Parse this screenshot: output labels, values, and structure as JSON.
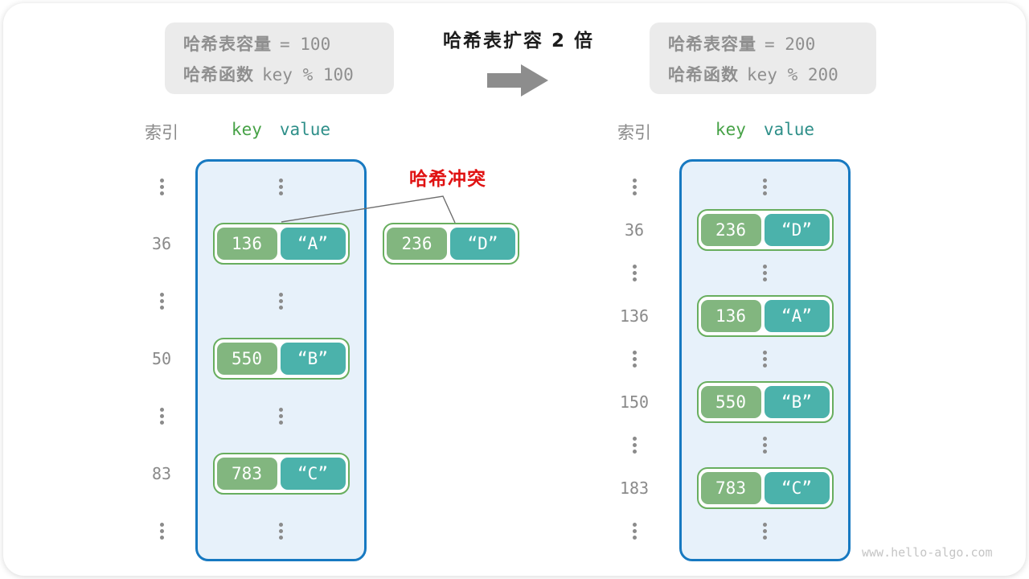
{
  "header": {
    "before": {
      "rows": [
        {
          "label": "哈希表容量",
          "value": "= 100"
        },
        {
          "label": "哈希函数",
          "value": "key % 100"
        }
      ]
    },
    "title": "哈希表扩容 2 倍",
    "after": {
      "rows": [
        {
          "label": "哈希表容量",
          "value": "= 200"
        },
        {
          "label": "哈希函数",
          "value": "key % 200"
        }
      ]
    }
  },
  "collision": {
    "label": "哈希冲突",
    "pair": {
      "key": "236",
      "value": "“D”"
    }
  },
  "tables": [
    {
      "id": "before",
      "index_header": "索引",
      "key_header": "key",
      "value_header": "value",
      "rows": [
        {
          "type": "dots"
        },
        {
          "type": "pair",
          "index": "36",
          "key": "136",
          "value": "“A”"
        },
        {
          "type": "dots"
        },
        {
          "type": "pair",
          "index": "50",
          "key": "550",
          "value": "“B”"
        },
        {
          "type": "dots"
        },
        {
          "type": "pair",
          "index": "83",
          "key": "783",
          "value": "“C”"
        },
        {
          "type": "dots"
        }
      ]
    },
    {
      "id": "after",
      "index_header": "索引",
      "key_header": "key",
      "value_header": "value",
      "rows": [
        {
          "type": "dots"
        },
        {
          "type": "pair",
          "index": "36",
          "key": "236",
          "value": "“D”"
        },
        {
          "type": "dots"
        },
        {
          "type": "pair",
          "index": "136",
          "key": "136",
          "value": "“A”"
        },
        {
          "type": "dots"
        },
        {
          "type": "pair",
          "index": "150",
          "key": "550",
          "value": "“B”"
        },
        {
          "type": "dots"
        },
        {
          "type": "pair",
          "index": "183",
          "key": "783",
          "value": "“C”"
        },
        {
          "type": "dots"
        }
      ]
    }
  ],
  "watermark": "www.hello-algo.com",
  "colors": {
    "container_border": "#1779c1",
    "container_bg": "#e7f1fa",
    "pair_border": "#68ae5e",
    "key_bg": "#82b67f",
    "value_bg": "#4bb2ab",
    "key_header_text": "#47a247",
    "value_header_text": "#2e8f89",
    "collision_text": "#e01212",
    "gray_text": "#8f8f8f",
    "arrow": "#8d8d8d"
  }
}
